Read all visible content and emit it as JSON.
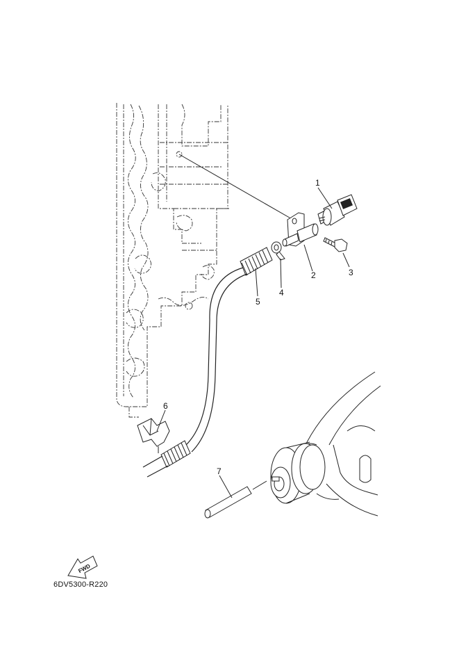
{
  "callouts": [
    {
      "id": "1",
      "label": "1"
    },
    {
      "id": "2",
      "label": "2"
    },
    {
      "id": "3",
      "label": "3"
    },
    {
      "id": "4",
      "label": "4"
    },
    {
      "id": "5",
      "label": "5"
    },
    {
      "id": "6",
      "label": "6"
    },
    {
      "id": "7",
      "label": "7"
    }
  ],
  "fwd_label": "FWD",
  "diagram_code": "6DV5300-R220"
}
